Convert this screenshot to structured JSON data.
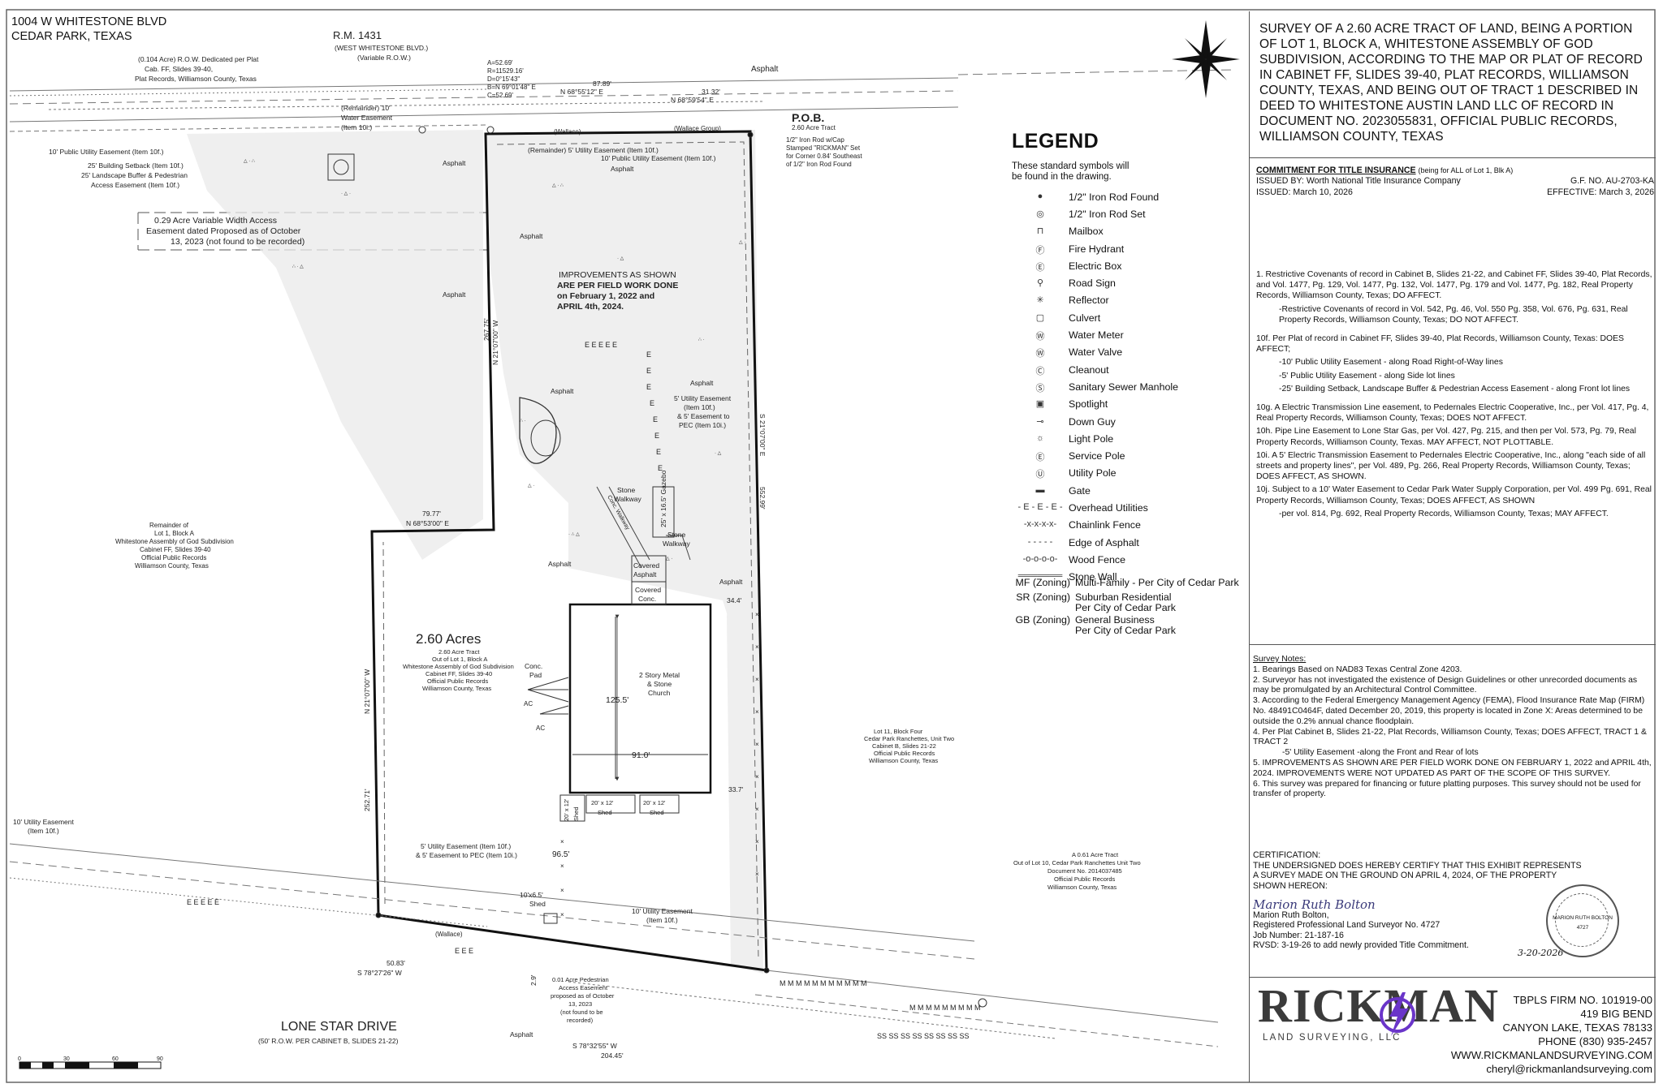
{
  "header": {
    "address_line1": "1004 W WHITESTONE BLVD",
    "address_line2": "CEDAR PARK, TEXAS"
  },
  "plan": {
    "road_top": "R.M. 1431",
    "road_top_sub1": "(WEST WHITESTONE BLVD.)",
    "road_top_sub2": "(Variable R.O.W.)",
    "row_dedicated": [
      "(0.104 Acre) R.O.W. Dedicated per Plat",
      "Cab. FF, Slides 39-40,",
      "Plat Records, Williamson County, Texas"
    ],
    "water_easement": [
      "(Remainder) 10'",
      "Water Easement",
      "(Item 10i.)"
    ],
    "pue_top": "10' Public Utility Easement (Item 10f.)",
    "bldg_setback": [
      "25' Building Setback (Item 10f.)",
      "25' Landscape Buffer & Pedestrian",
      "Access Easement (Item 10f.)"
    ],
    "access_easement": [
      "0.29 Acre Variable Width Access",
      "Easement dated Proposed as of October",
      "13, 2023 (not found to be recorded)"
    ],
    "curve": [
      "A=52.69'",
      "R=11529.16'",
      "D=0°15'43\"",
      "B=N 69°01'48\" E",
      "C=52.69'"
    ],
    "bearing_top1": "87.89'",
    "bearing_top1b": "N 68°55'12\" E",
    "bearing_top2": "31.32'",
    "bearing_top2b": "N 68°59'54\" E",
    "wallace": "(Wallace)",
    "wallace_group": "(Wallace Group)",
    "pob": "P.O.B.",
    "pob_sub": "2.60 Acre Tract",
    "iron_rod": [
      "1/2\" Iron Rod w/Cap",
      "Stamped \"RICKMAN\" Set",
      "for Corner 0.84' Southeast",
      "of 1/2\" Iron Rod Found"
    ],
    "remainder_ue": "(Remainder) 5' Utility Easement (Item 10f.)",
    "pue_10f": "10' Public Utility Easement (Item 10f.)",
    "asphalt": "Asphalt",
    "improvements": [
      "IMPROVEMENTS AS SHOWN",
      "ARE PER FIELD WORK DONE",
      "on February 1, 2022 and",
      "APRIL 4th, 2024."
    ],
    "bearing_west_upper": "N 21°07'00\" W",
    "bearing_west_upper_len": "267.75'",
    "bearing_east": "S 21°07'00\" E",
    "bearing_east_len": "552.99'",
    "ue_5ft": [
      "5' Utility Easement",
      "(Item 10f.)",
      "& 5' Easement to",
      "PEC (Item 10i.)"
    ],
    "stone_walkway": [
      "Stone",
      "Walkway"
    ],
    "gazebo": "25' x 16.5' Gazebo",
    "conc_walkway": "Conc. Walkway",
    "bearing_jog_len": "79.77'",
    "bearing_jog": "N 68°53'00\" E",
    "remainder_lot": [
      "Remainder of",
      "Lot 1, Block A",
      "Whitestone Assembly of God Subdivision",
      "Cabinet FF, Slides 39-40",
      "Official Public Records",
      "Williamson County, Texas"
    ],
    "covered_asphalt": [
      "Covered",
      "Asphalt"
    ],
    "covered_conc": [
      "Covered",
      "Conc."
    ],
    "acres_big": "2.60 Acres",
    "acres_desc": [
      "2.60 Acre Tract",
      "Out of Lot 1, Block A",
      "Whitestone Assembly of God Subdivision",
      "Cabinet FF, Slides 39-40",
      "Official Public Records",
      "Williamson County, Texas"
    ],
    "conc_pad": [
      "Conc.",
      "Pad"
    ],
    "ac": "AC",
    "church": [
      "2 Story Metal",
      "& Stone",
      "Church"
    ],
    "dim_125": "125.5'",
    "dim_91": "91.0'",
    "dim_34": "34.4'",
    "dim_33": "33.7'",
    "dim_96": "96.5'",
    "shed1": [
      "20' x 12'",
      "Shed"
    ],
    "shed2": [
      "20' x 12'",
      "Shed"
    ],
    "shed3": [
      "20' x 12'",
      "Shed"
    ],
    "lot11": [
      "Lot 11, Block Four",
      "Cedar Park Ranchettes, Unit Two",
      "Cabinet B, Slides 21-22",
      "Official Public Records",
      "Williamson County, Texas"
    ],
    "bearing_west_lower": "N 21°07'00\" W",
    "bearing_west_lower_len": "252.71'",
    "ue_10_left": [
      "10' Utility Easement",
      "(Item 10f.)"
    ],
    "ue_5_lower": [
      "5' Utility Easement (Item 10f.)",
      "& 5' Easement to PEC (Item 10i.)"
    ],
    "shed_small": [
      "10'x6.5'",
      "Shed"
    ],
    "ue_10_bottom": [
      "10' Utility Easement",
      "(Item 10f.)"
    ],
    "tract061": [
      "A 0.61 Acre Tract",
      "Out of Lot 10, Cedar Park Ranchettes Unit Two",
      "Document No. 2014037485",
      "Official Public Records",
      "Williamson County, Texas"
    ],
    "bearing_bot_left_len": "50.83'",
    "bearing_bot_left": "S 78°27'26\" W",
    "dim_29": "2.9'",
    "ped_easement": [
      "0.01 Acre Pedestrian",
      "Access Easement",
      "proposed as of October",
      "13, 2023",
      "(not found to be",
      "recorded)"
    ],
    "bearing_bot": "S 78°32'55\" W",
    "bearing_bot_len": "204.45'",
    "road_bottom": "LONE STAR DRIVE",
    "road_bottom_sub": "(50' R.O.W. PER CABINET B, SLIDES 21-22)",
    "scale": [
      "0",
      "30",
      "60",
      "90"
    ],
    "asphalt_bottom": "Asphalt"
  },
  "legend": {
    "title": "LEGEND",
    "intro": [
      "These standard symbols will",
      "be found in the drawing."
    ],
    "items": [
      {
        "symbol": "●",
        "label": "1/2\" Iron Rod Found"
      },
      {
        "symbol": "◎",
        "label": "1/2\" Iron Rod Set"
      },
      {
        "symbol": "⊓",
        "label": "Mailbox"
      },
      {
        "symbol": "Ⓕ",
        "label": "Fire Hydrant"
      },
      {
        "symbol": "Ⓔ",
        "label": "Electric Box"
      },
      {
        "symbol": "⚲",
        "label": "Road Sign"
      },
      {
        "symbol": "✳",
        "label": "Reflector"
      },
      {
        "symbol": "▢",
        "label": "Culvert"
      },
      {
        "symbol": "Ⓦ",
        "label": "Water Meter"
      },
      {
        "symbol": "Ⓦ",
        "label": "Water Valve"
      },
      {
        "symbol": "Ⓒ",
        "label": "Cleanout"
      },
      {
        "symbol": "Ⓢ",
        "label": "Sanitary Sewer Manhole"
      },
      {
        "symbol": "▣",
        "label": "Spotlight"
      },
      {
        "symbol": "⊸",
        "label": "Down Guy"
      },
      {
        "symbol": "☼",
        "label": "Light Pole"
      },
      {
        "symbol": "Ⓔ",
        "label": "Service Pole"
      },
      {
        "symbol": "Ⓤ",
        "label": "Utility Pole"
      },
      {
        "symbol": "▬",
        "label": "Gate"
      },
      {
        "symbol": "- E - E - E -",
        "label": "Overhead Utilities"
      },
      {
        "symbol": "-x-x-x-x-",
        "label": "Chainlink Fence"
      },
      {
        "symbol": "- - - - -",
        "label": "Edge of Asphalt"
      },
      {
        "symbol": "-o-o-o-o-",
        "label": "Wood Fence"
      },
      {
        "symbol": "═══════",
        "label": "Stone Wall"
      }
    ],
    "zones": [
      {
        "code": "MF (Zoning)",
        "desc": [
          "Multi-Family - Per City of Cedar Park"
        ]
      },
      {
        "code": "SR (Zoning)",
        "desc": [
          "Suburban Residential",
          "Per City of Cedar Park"
        ]
      },
      {
        "code": "GB (Zoning)",
        "desc": [
          "General Business",
          "Per City of Cedar Park"
        ]
      }
    ]
  },
  "title_block": {
    "survey_title": "SURVEY OF A 2.60 ACRE TRACT OF LAND, BEING A PORTION OF LOT 1, BLOCK A, WHITESTONE ASSEMBLY OF GOD SUBDIVISION, ACCORDING TO THE MAP OR PLAT OF RECORD IN CABINET FF, SLIDES 39-40, PLAT RECORDS, WILLIAMSON COUNTY, TEXAS, AND BEING OUT OF TRACT 1 DESCRIBED IN DEED TO WHITESTONE AUSTIN LAND LLC OF RECORD IN DOCUMENT NO. 2023055831, OFFICIAL PUBLIC RECORDS, WILLIAMSON COUNTY, TEXAS",
    "commitment_head": "COMMITMENT FOR TITLE INSURANCE",
    "commitment_note": "(being for ALL of Lot 1, Blk A)",
    "issued_by": "ISSUED BY: Worth National Title Insurance Company",
    "gf_no": "G.F. NO. AU-2703-KA",
    "issued": "ISSUED: March 10, 2026",
    "effective": "EFFECTIVE: March 3, 2026",
    "items": [
      {
        "text": "1. Restrictive Covenants of record in Cabinet B, Slides 21-22, and Cabinet FF, Slides 39-40, Plat Records, and Vol. 1477, Pg. 129, Vol. 1477, Pg. 132, Vol. 1477, Pg. 179 and Vol. 1477, Pg. 182, Real Property Records, Williamson County, Texas; DO AFFECT.",
        "indent": false
      },
      {
        "text": "-Restrictive Covenants of record in Vol. 542, Pg. 46, Vol. 550 Pg. 358, Vol. 676, Pg. 631, Real Property Records, Williamson County, Texas; DO NOT AFFECT.",
        "indent": true
      },
      {
        "text": "10f. Per Plat of record in Cabinet FF, Slides 39-40, Plat Records, Williamson County, Texas: DOES AFFECT;",
        "indent": false
      },
      {
        "text": "-10' Public Utility Easement - along Road Right-of-Way lines",
        "indent": true
      },
      {
        "text": "-5' Public Utility Easement - along Side lot lines",
        "indent": true
      },
      {
        "text": "-25' Building Setback, Landscape Buffer & Pedestrian Access Easement - along Front lot lines",
        "indent": true
      },
      {
        "text": "10g. A Electric Transmission Line easement, to Pedernales Electric Cooperative, Inc., per Vol. 417, Pg. 4, Real Property Records, Williamson County, Texas; DOES NOT AFFECT.",
        "indent": false
      },
      {
        "text": "10h. Pipe Line Easement to Lone Star Gas, per Vol. 427, Pg. 215, and then per Vol. 573, Pg. 79, Real Property Records, Williamson County, Texas. MAY AFFECT, NOT PLOTTABLE.",
        "indent": false
      },
      {
        "text": "10i. A 5' Electric Transmission Easement to Pedernales Electric Cooperative, Inc., along \"each side of all streets and property lines\", per Vol. 489, Pg. 266, Real Property Records, Williamson County, Texas; DOES AFFECT, AS SHOWN.",
        "indent": false
      },
      {
        "text": "10j. Subject to a 10' Water Easement to Cedar Park Water Supply Corporation, per Vol. 499 Pg. 691, Real Property Records, Williamson County, Texas; DOES AFFECT, AS SHOWN",
        "indent": false
      },
      {
        "text": "-per vol. 814, Pg. 692, Real Property Records, Williamson County, Texas; MAY AFFECT.",
        "indent": true
      }
    ],
    "survey_notes_head": "Survey Notes:",
    "survey_notes": [
      "1.  Bearings Based on NAD83 Texas Central Zone 4203.",
      "2.  Surveyor has not investigated the existence of Design Guidelines or other unrecorded documents as may be promulgated by an Architectural Control Committee.",
      "3.  According to the Federal Emergency Management Agency (FEMA),  Flood Insurance Rate Map (FIRM) No. 48491C0464F, dated December 20, 2019, this property is located in Zone X:  Areas determined to be outside the 0.2% annual chance floodplain.",
      "4. Per Plat Cabinet B, Slides 21-22, Plat Records, Williamson County, Texas; DOES AFFECT, TRACT 1 & TRACT 2",
      "-5' Utility Easement -along the Front and Rear of lots",
      "5. IMPROVEMENTS AS SHOWN ARE PER FIELD WORK DONE ON FEBRUARY 1, 2022 and APRIL 4th, 2024. IMPROVEMENTS WERE NOT UPDATED AS PART OF THE SCOPE OF THIS SURVEY.",
      "6.  This survey was prepared for financing or future platting purposes.  This survey should not be used for transfer of property."
    ],
    "cert_head": "CERTIFICATION:",
    "cert_text": [
      "THE UNDERSIGNED DOES HEREBY CERTIFY THAT THIS EXHIBIT REPRESENTS",
      "A SURVEY MADE ON THE GROUND ON APRIL 4, 2024, OF THE PROPERTY",
      "SHOWN HEREON:"
    ],
    "signature": "Marion Ruth Bolton",
    "surveyor": "Marion Ruth Bolton,",
    "surveyor_title": "Registered Professional Land Surveyor No. 4727",
    "job": "Job Number: 21-187-16",
    "sig_date": "3-20-2026",
    "rvsd": "RVSD: 3-19-26 to add newly provided Title Commitment.",
    "seal_name": "MARION RUTH BOLTON",
    "seal_no": "4727",
    "logo_word": "RICKMAN",
    "logo_sub": "LAND SURVEYING, LLC",
    "firm": [
      "TBPLS FIRM NO. 101919-00",
      "419 BIG BEND",
      "CANYON LAKE, TEXAS 78133",
      "PHONE (830) 935-2457",
      "WWW.RICKMANLANDSURVEYING.COM",
      "cheryl@rickmanlandsurveying.com"
    ],
    "accent": "#6a35c9"
  }
}
